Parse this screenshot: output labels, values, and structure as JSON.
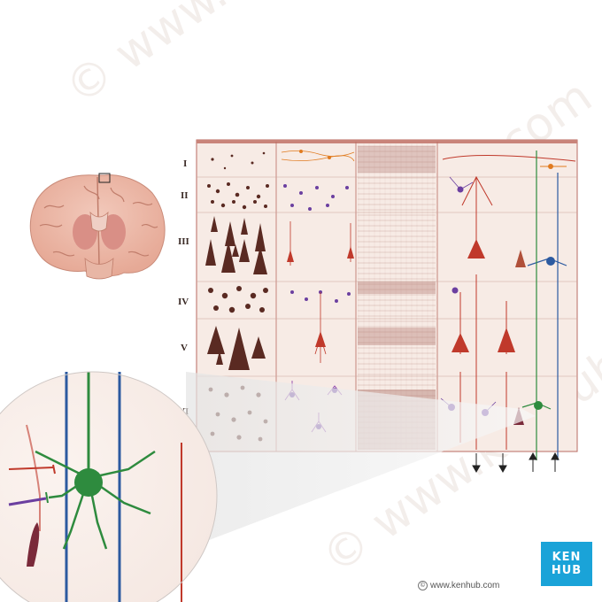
{
  "layers": [
    "I",
    "II",
    "III",
    "IV",
    "V",
    "VI"
  ],
  "footer": {
    "copyright_symbol": "©",
    "url": "www.kenhub.com"
  },
  "logo": {
    "line1": "KEN",
    "line2": "HUB"
  },
  "colors": {
    "panel_bg": "#f7ebe5",
    "frame": "#b86b62",
    "neuron_dark": "#5a2a22",
    "pyramidal_red": "#c0392b",
    "stellate_purple": "#6b3fa0",
    "axon_blue": "#2c5aa0",
    "green_neuron": "#2e8b3e",
    "orange_fiber": "#e07b20",
    "logo_blue": "#1aa3d8"
  }
}
